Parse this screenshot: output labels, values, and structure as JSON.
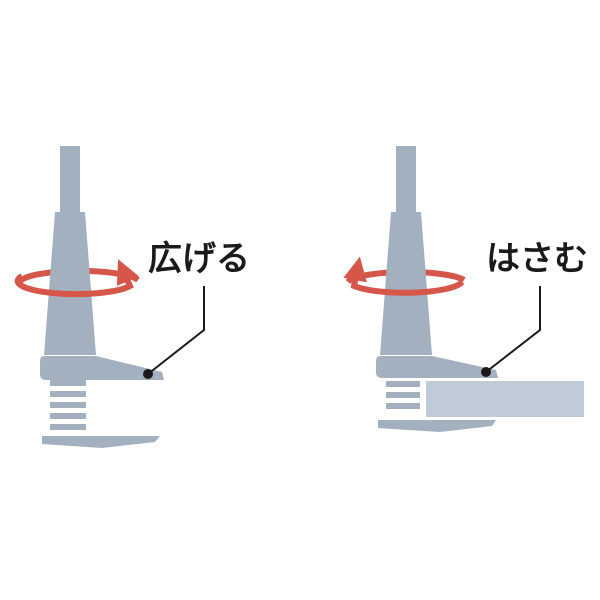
{
  "colors": {
    "pole": "#a3b0bf",
    "rotation_arrow": "#d6564a",
    "board": "#bfcbd6",
    "leader_line": "#1a1a1a",
    "label_text": "#1a1a1a",
    "background": "#ffffff"
  },
  "panels": [
    {
      "id": "open",
      "label": "広げる",
      "rotation": "clockwise",
      "has_board": false
    },
    {
      "id": "clamp",
      "label": "はさむ",
      "rotation": "counterclockwise",
      "has_board": true
    }
  ]
}
